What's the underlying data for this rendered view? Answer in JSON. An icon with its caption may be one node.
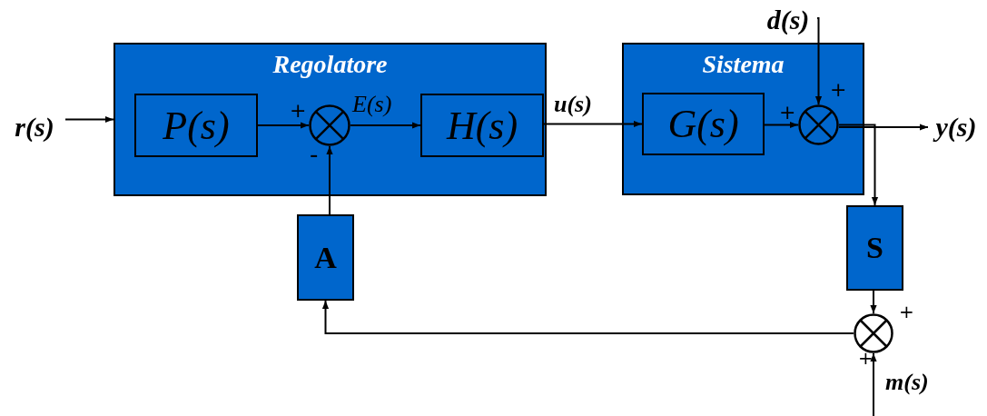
{
  "diagram": {
    "nodes": [
      {
        "text": [
          "r(s)"
        ]
      },
      {
        "text": [
          "Regolatore"
        ]
      },
      {
        "text": [
          "P(s)"
        ],
        "in": 1
      },
      {
        "text": [],
        "shape": "circle",
        "in": 1
      },
      {
        "text": [
          "H(s)"
        ],
        "in": 1
      },
      {
        "text": [
          "Sistema"
        ]
      },
      {
        "text": [
          "G(s)"
        ],
        "in": 5
      },
      {
        "text": [],
        "shape": "circle",
        "in": 5
      },
      {
        "text": [
          "d(s)"
        ]
      },
      {
        "text": [
          "y(s)"
        ]
      },
      {
        "text": [
          "S"
        ]
      },
      {
        "text": [
          "A"
        ]
      },
      {
        "text": [],
        "shape": "circle"
      }
    ],
    "edges": [
      {
        "from": 0,
        "to": 1,
        "arrow": "to"
      },
      {
        "from": 2,
        "to": 3,
        "arrow": "to"
      },
      {
        "from": 3,
        "to": 4,
        "arrow": "to",
        "label": "E(s)"
      },
      {
        "from": 4,
        "to": 6,
        "arrow": "to",
        "label": "u(s)"
      },
      {
        "from": 6,
        "to": 7,
        "arrow": "to"
      },
      {
        "from": 8,
        "to": 7,
        "arrow": "to"
      },
      {
        "from": 7,
        "to": 9,
        "arrow": "to"
      },
      {
        "from": 7,
        "to": 10,
        "arrow": "to"
      },
      {
        "from": 10,
        "to": 12,
        "arrow": "to"
      },
      {
        "from": null,
        "to": 12,
        "arrow": "to",
        "label": "m(s)"
      },
      {
        "from": 12,
        "to": 11,
        "arrow": "to"
      },
      {
        "from": 11,
        "to": 3,
        "arrow": "to"
      }
    ],
    "labels": [
      "+",
      "-",
      "+",
      "+",
      "+",
      "+"
    ]
  }
}
